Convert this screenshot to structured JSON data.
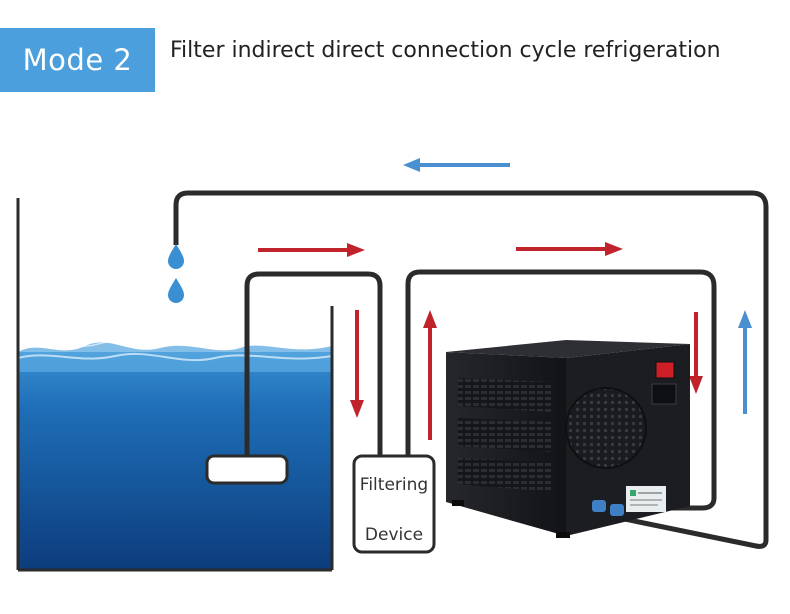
{
  "header": {
    "mode_label": "Mode 2",
    "title": "Filter indirect direct connection cycle refrigeration"
  },
  "filter_box": {
    "line1": "Filtering",
    "line2": "Device"
  },
  "colors": {
    "badge": "#4a9fdc",
    "pipe": "#2b2b2b",
    "arrow_red": "#c0232b",
    "arrow_blue": "#4a90d0",
    "water_top": "#2a7cc2",
    "water_bottom": "#0d3f80",
    "chiller_body": "#1b1c1f"
  },
  "icons": [
    "water-drop-icon",
    "arrow-right-icon",
    "arrow-left-icon",
    "arrow-up-icon",
    "arrow-down-icon",
    "power-switch-icon",
    "fan-grille-icon"
  ]
}
